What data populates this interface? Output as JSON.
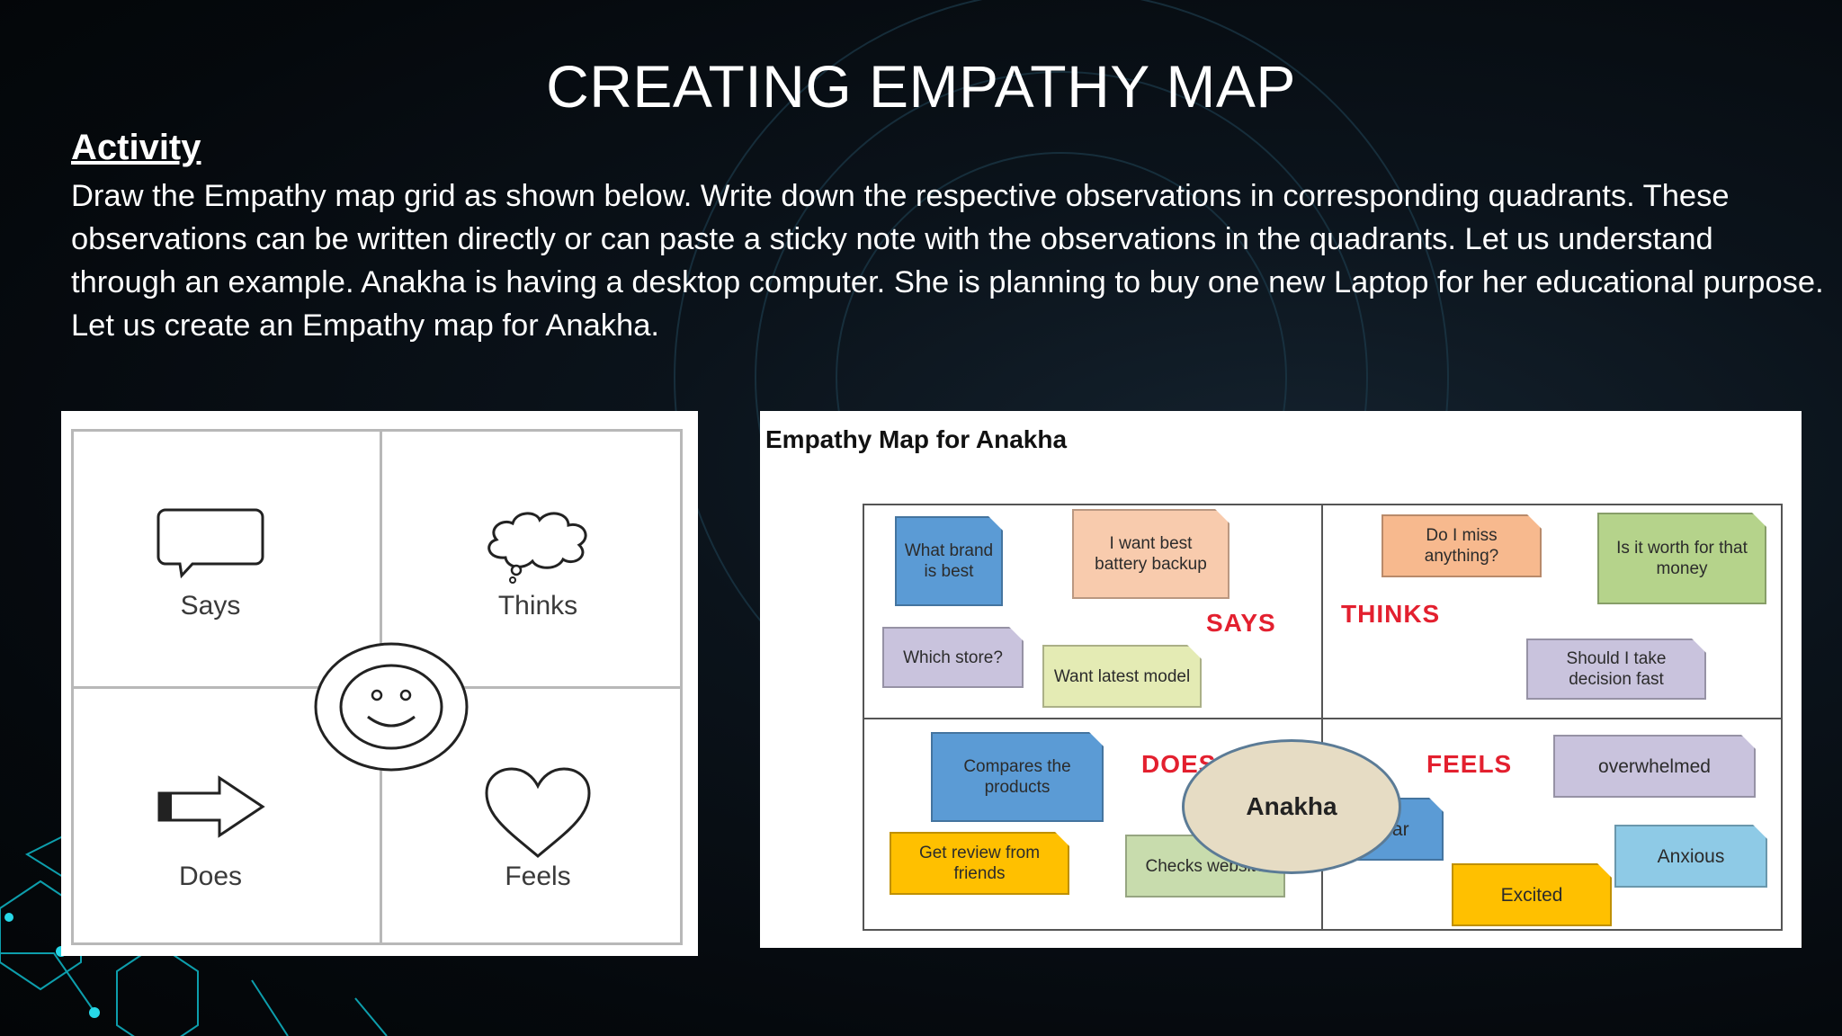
{
  "slide": {
    "title": "CREATING EMPATHY MAP",
    "activity_heading": "Activity",
    "activity_text": "Draw the Empathy map grid as shown below. Write down the respective observations in corresponding quadrants. These observations can be written directly or can paste a sticky note with the observations in the quadrants. Let us understand through an example. Anakha is having a desktop computer. She is planning to buy one new Laptop for her educational purpose. Let us create an Empathy map for Anakha."
  },
  "template_grid": {
    "quadrants": [
      {
        "label": "Says",
        "icon": "speech-bubble-icon"
      },
      {
        "label": "Thinks",
        "icon": "thought-cloud-icon"
      },
      {
        "label": "Does",
        "icon": "arrow-right-icon"
      },
      {
        "label": "Feels",
        "icon": "heart-icon"
      }
    ],
    "center_icon": "smiley-face-icon"
  },
  "example_map": {
    "title": "Empathy Map for Anakha",
    "center": "Anakha",
    "quadrant_labels": {
      "says": "SAYS",
      "thinks": "THINKS",
      "does": "DOES",
      "feels": "FEELS"
    },
    "colors": {
      "blue": "#5b9bd5",
      "peach": "#f8cbad",
      "lavender": "#c9c3dd",
      "yellow_green": "#e4ebb4",
      "green": "#b5d38b",
      "orange": "#f7b98e",
      "gold": "#ffc000",
      "sage": "#c8dcad",
      "sky": "#8ecae6",
      "label_red": "#e3202f"
    },
    "says": [
      {
        "text": "What brand is best"
      },
      {
        "text": "I want best battery backup"
      },
      {
        "text": "Which store?"
      },
      {
        "text": "Want latest model"
      }
    ],
    "thinks": [
      {
        "text": "Do I miss anything?"
      },
      {
        "text": "Is it worth for that money"
      },
      {
        "text": "Should I take decision fast"
      }
    ],
    "does": [
      {
        "text": "Compares the products"
      },
      {
        "text": "Get review from friends"
      },
      {
        "text": "Checks website"
      }
    ],
    "feels": [
      {
        "text": "overwhelmed"
      },
      {
        "text": "Fear"
      },
      {
        "text": "Anxious"
      },
      {
        "text": "Excited"
      }
    ]
  }
}
